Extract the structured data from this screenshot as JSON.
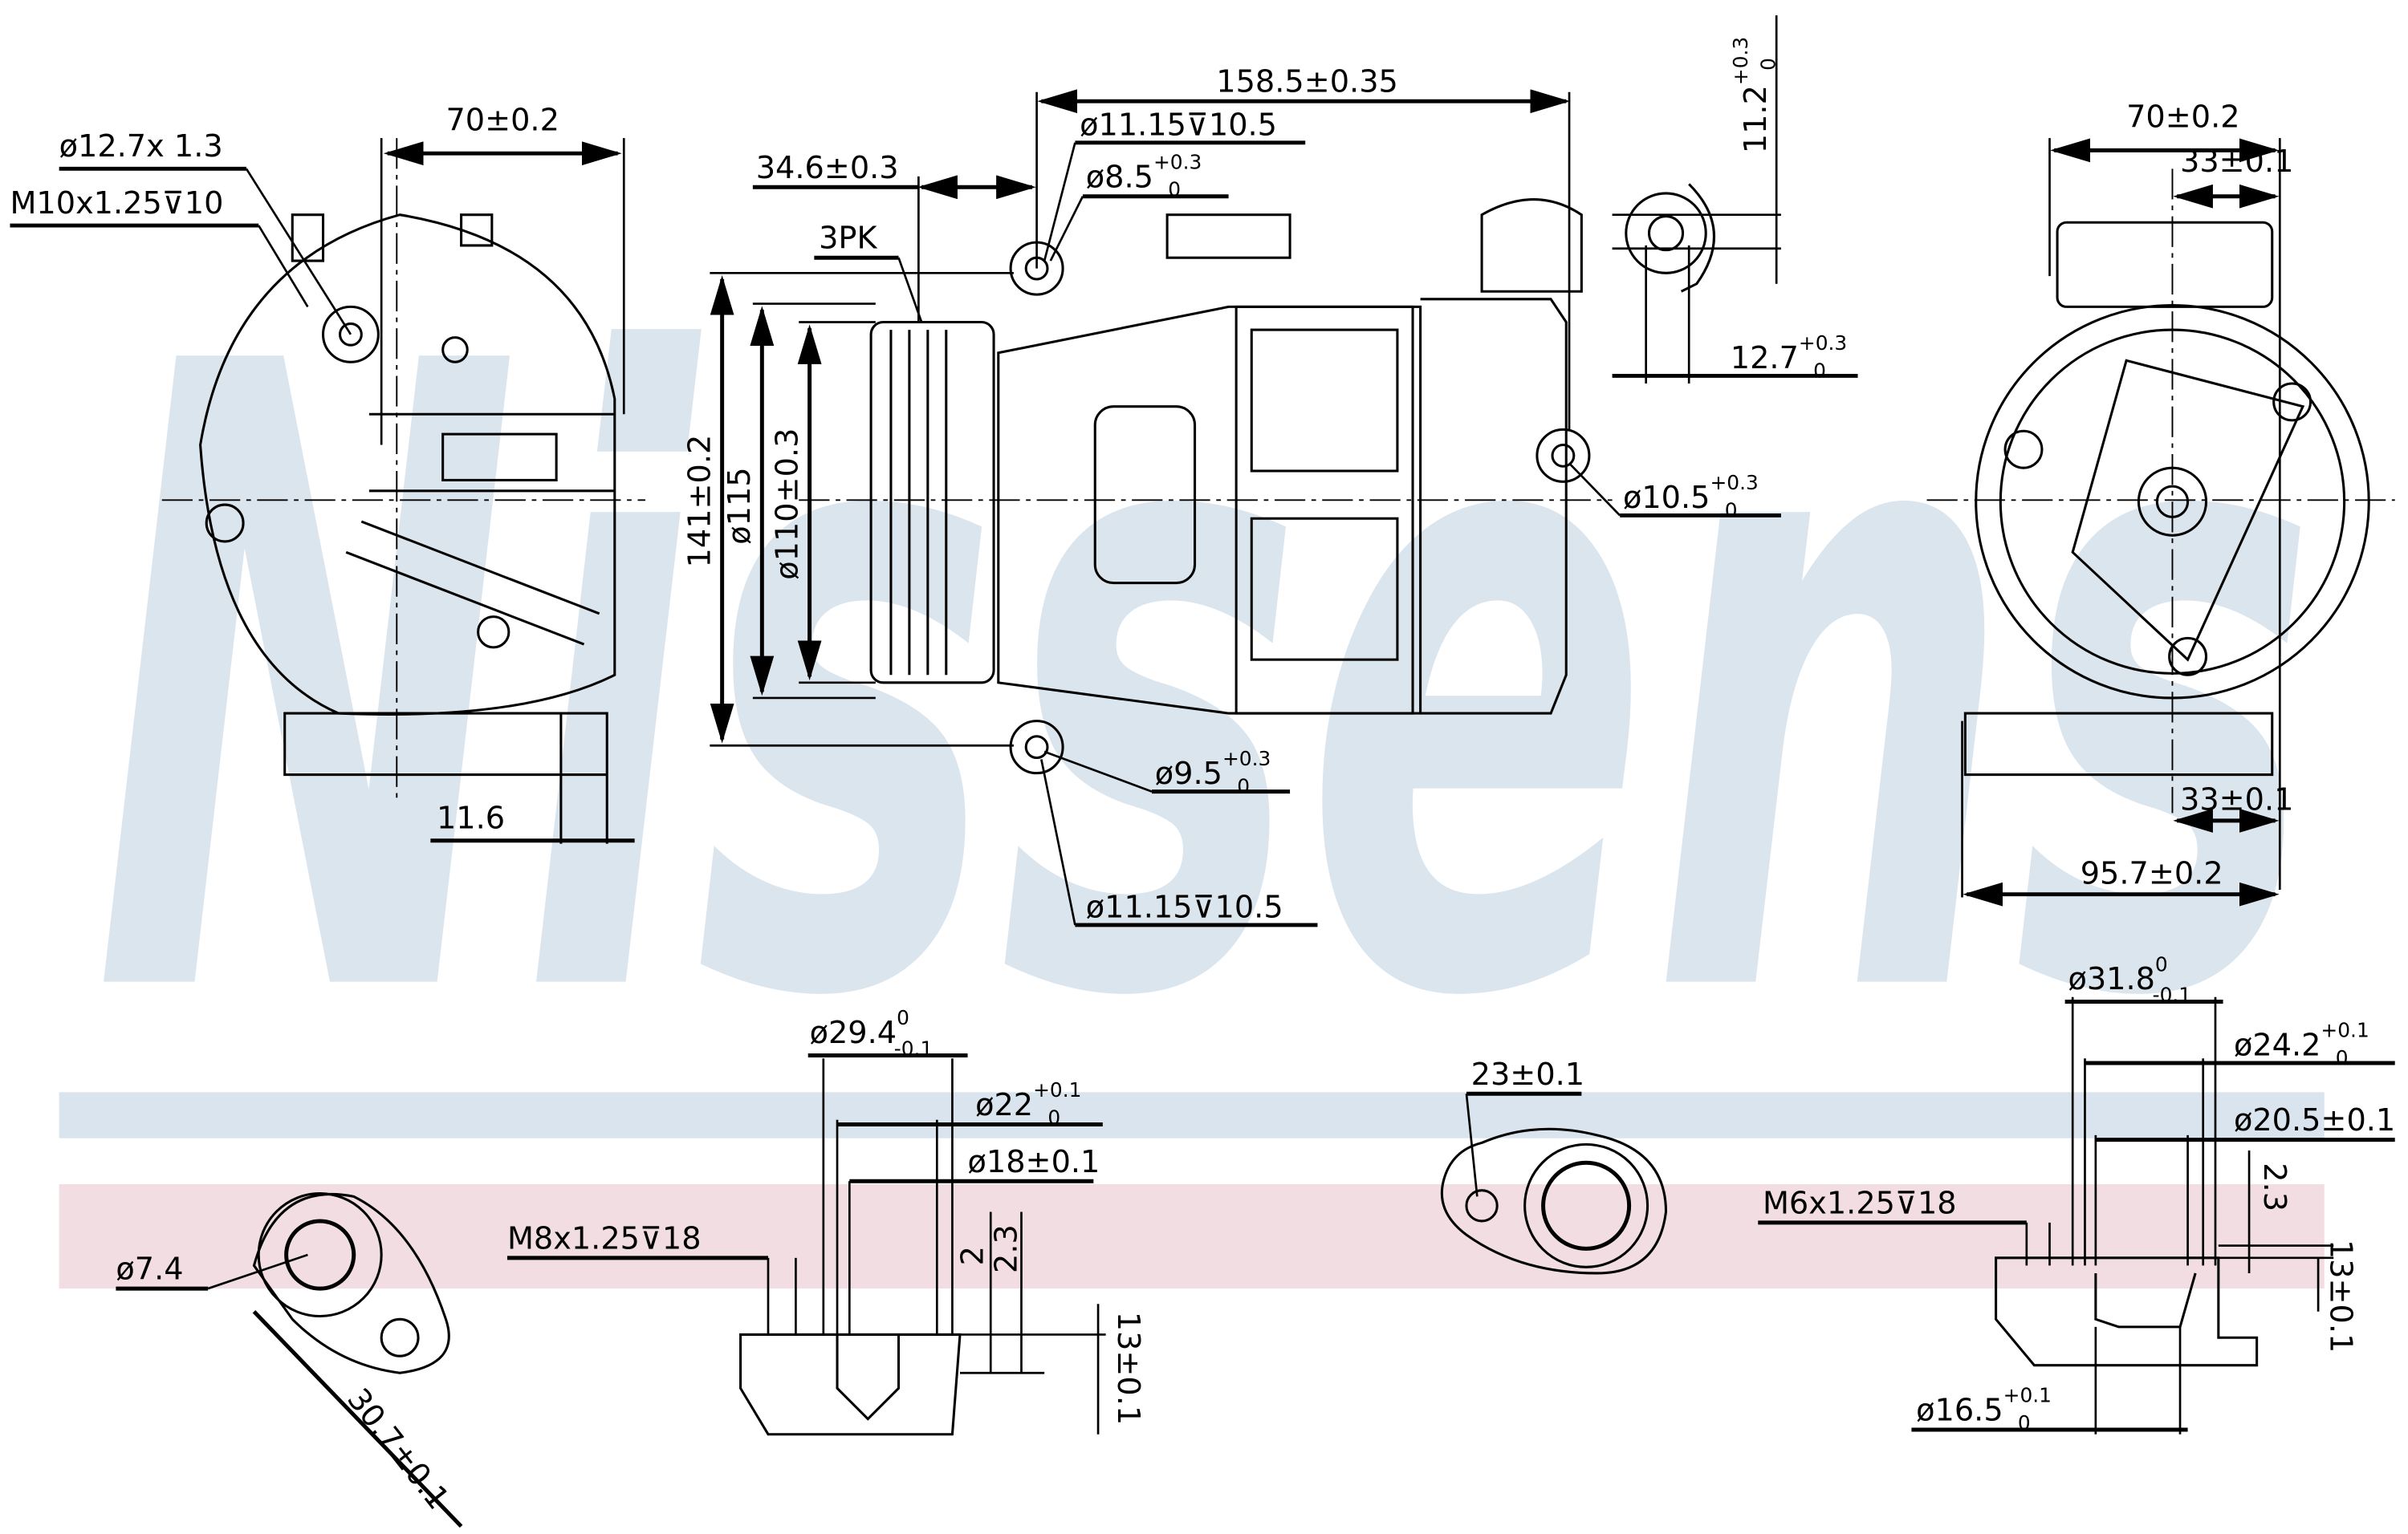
{
  "watermark": "Nissens",
  "colors": {
    "watermark": "#dbe5ee",
    "band_blue": "#d9e4ee",
    "band_pink": "#f1dde2",
    "line": "#000000"
  },
  "left_view": {
    "pipe": "ø12.7x 1.3",
    "thread": "M10x1.25⊽10",
    "width": "70±0.2",
    "offset": "11.6"
  },
  "side_view": {
    "pulley_offset": "34.6±0.3",
    "belt": "3PK",
    "length": "158.5±0.35",
    "hole_top": "ø11.15⊽10.5",
    "hole_top_inner": {
      "value": "ø8.5",
      "upper": "+0.3",
      "lower": "0"
    },
    "height": "141±0.2",
    "pulley_dia": "ø115",
    "clutch_dia": "ø110±0.3",
    "hole_bottom_inner": {
      "value": "ø9.5",
      "upper": "+0.3",
      "lower": "0"
    },
    "hole_bottom": "ø11.15⊽10.5",
    "hole_right": {
      "value": "ø10.5",
      "upper": "+0.3",
      "lower": "0"
    }
  },
  "ear_detail": {
    "height": {
      "value": "11.2",
      "upper": "+0.3",
      "lower": "0"
    },
    "width": {
      "value": "12.7",
      "upper": "+0.3",
      "lower": "0"
    }
  },
  "front_view": {
    "width": "70±0.2",
    "top_offset": "33±0.1",
    "bottom_offset": "33±0.1",
    "total": "95.7±0.2"
  },
  "port_details": {
    "left_dia": "ø7.4",
    "left_length": "30.7±0.1",
    "suction_outer": {
      "value": "ø29.4",
      "upper": "0",
      "lower": "-0.1"
    },
    "suction_mid": {
      "value": "ø22",
      "upper": "+0.1",
      "lower": "0"
    },
    "suction_inner": "ø18±0.1",
    "suction_thread": "M8x1.25⊽18",
    "suction_d1": "2",
    "suction_d2": "2.3",
    "suction_depth": "13±0.1",
    "discharge_pitch": "23±0.1",
    "discharge_outer": {
      "value": "ø31.8",
      "upper": "0",
      "lower": "-0.1"
    },
    "discharge_mid": {
      "value": "ø24.2",
      "upper": "+0.1",
      "lower": "0"
    },
    "discharge_inner": "ø20.5±0.1",
    "discharge_thread": "M6x1.25⊽18",
    "discharge_d": "2.3",
    "discharge_depth": "13±0.1",
    "discharge_bottom": {
      "value": "ø16.5",
      "upper": "+0.1",
      "lower": "0"
    }
  }
}
